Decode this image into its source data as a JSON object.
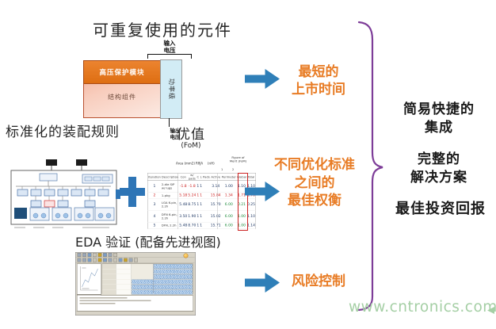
{
  "slide": {
    "watermark": "www.cntronics.com"
  },
  "colors": {
    "arrow_blue": "#2F7FB8",
    "benefit_orange": "#E87C25",
    "brace_purple": "#7D3C98",
    "watermark_green": "#A5CFA5",
    "hv_block_orange": "#E8791F",
    "body_block_pink": "#F6C7B4",
    "power_strip_blue": "#D2ECF5"
  },
  "reusable": {
    "title": "可重复使用的元件",
    "input_line1": "输入",
    "input_line2": "电压",
    "hv_module": "高压保护模块",
    "body_label": "结构组件",
    "power_stage": "功率级",
    "output_line1": "输出",
    "output_line2": "电压"
  },
  "assembly": {
    "title": "标准化的装配规则"
  },
  "fom": {
    "title": "优值",
    "subtitle": "(FoM)"
  },
  "eda": {
    "title": "EDA 验证 (配备先进视图)"
  },
  "benefits": [
    {
      "lines": [
        "最短的",
        "上市时间"
      ]
    },
    {
      "lines": [
        "不同优化标准",
        "之间的",
        "最佳权衡"
      ]
    },
    {
      "lines": [
        "风险控制"
      ]
    }
  ],
  "outcomes": [
    {
      "lines": [
        "简易快捷的",
        "集成"
      ]
    },
    {
      "lines": [
        "完整的",
        "解决方案"
      ]
    },
    {
      "lines": [
        "最佳投资回报"
      ]
    }
  ],
  "icons": {
    "plus": "plus-icon",
    "arrow": "arrow-right-icon",
    "brace": "right-curly-brace",
    "schematic": "hierarchical-block-diagram-thumbnail",
    "eda_window": "waveform-viewer-window-thumbnail"
  },
  "fom_table": {
    "group_headers": [
      "Area (mm2)",
      "RθJA",
      "(nH)",
      "Figure of Merit (FoM)"
    ],
    "superscripts": [
      "1",
      "2"
    ],
    "columns": [
      "Iteration",
      "Description",
      "Con",
      "w/ pads",
      "C",
      "L",
      "Pads",
      "Active",
      "Perimeter",
      "Global",
      "Total"
    ],
    "rows": [
      {
        "tone": "plain",
        "cells": [
          "1",
          "2-die SiP w/ lugs",
          "-1.8",
          "-1.8",
          "1",
          "1",
          "",
          "3.14",
          "1.00",
          "1.10",
          "1.10"
        ]
      },
      {
        "tone": "red",
        "cells": [
          "2",
          "1-pkg",
          "5.18",
          "5.24",
          "1",
          "1",
          "",
          "15.84",
          "1.34",
          "1.71",
          "1.70"
        ]
      },
      {
        "tone": "mixed",
        "cells": [
          "3",
          "LGA 6-pin, 2.2h",
          "5.48",
          "8.75",
          "1",
          "1",
          "",
          "15.70",
          "6.00",
          "0.21",
          "0.25"
        ]
      },
      {
        "tone": "mixed",
        "cells": [
          "4",
          "DFN 6-pin, 2.2h",
          "3.50",
          "1.90",
          "1",
          "1",
          "",
          "15.02",
          "6.00",
          "1.00",
          "1.10"
        ]
      },
      {
        "tone": "mixed",
        "cells": [
          "5",
          "DFN, 2.2h",
          "5.48",
          "8.70",
          "1",
          "1",
          "",
          "15.71",
          "6.00",
          "1.00",
          "1.14"
        ]
      }
    ]
  }
}
